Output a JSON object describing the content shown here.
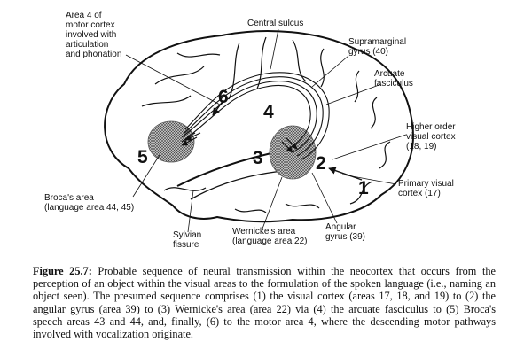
{
  "labels": {
    "area4": "Area 4 of\nmotor cortex\ninvolved with\narticulation\nand phonation",
    "central_sulcus": "Central sulcus",
    "supramarginal": "Supramarginal\ngyrus (40)",
    "arcuate": "Arcuate\nfasciculus",
    "higher_visual": "Higher order\nvisual cortex\n(18, 19)",
    "primary_visual": "Primary visual\ncortex (17)",
    "broca": "Broca's area\n(language area 44, 45)",
    "sylvian": "Sylvian\nfissure",
    "wernicke": "Wernicke's area\n(language area 22)",
    "angular": "Angular\ngyrus (39)"
  },
  "steps": [
    "1",
    "2",
    "3",
    "4",
    "5",
    "6"
  ],
  "caption": {
    "lead": "Figure 25.7:",
    "text": " Probable sequence of neural transmission within the neocortex that occurs from the perception of an object within the visual areas to the formulation of the spoken language (i.e., naming an object seen). The presumed sequence comprises (1) the visual cortex (areas 17, 18, and 19) to (2) the angular gyrus (area 39) to (3) Wernicke's area (area 22) via (4) the arcuate fasciculus to (5) Broca's speech areas 43 and 44, and, finally, (6) to the motor area 4, where the descending motor pathways involved with vocalization originate."
  }
}
